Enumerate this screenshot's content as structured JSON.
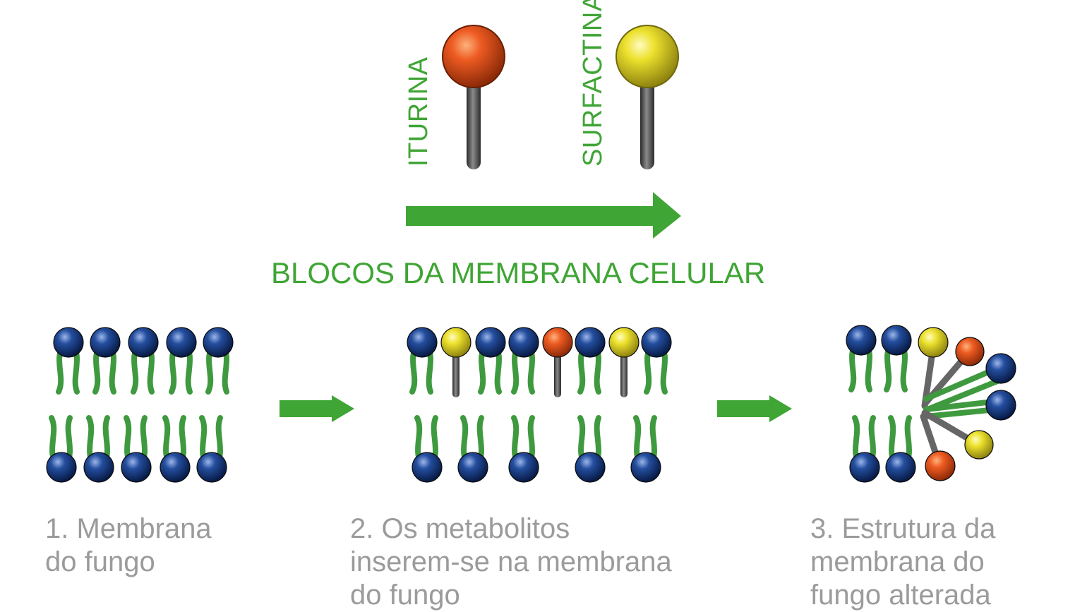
{
  "labels": {
    "iturina": "ITURINA",
    "surfactina": "SURFACTINA",
    "heading": "BLOCOS DA MEMBRANA CELULAR"
  },
  "captions": {
    "step1": [
      "1. Membrana",
      "do fungo"
    ],
    "step2": [
      "2. Os metabolitos",
      "inserem-se na membrana",
      "do fungo"
    ],
    "step3": [
      "3. Estrutura da",
      "membrana do",
      "fungo alterada"
    ]
  },
  "colors": {
    "arrow": "#3fa535",
    "text_green": "#3fa535",
    "caption_gray": "#9b9b9b",
    "iturina_head": "#e0531c",
    "surfactina_head": "#e8dd2a",
    "phospholipid_head": "#1d3f86",
    "lipid_tail": "#3f9a3f",
    "metabolite_tail": "#555555"
  }
}
